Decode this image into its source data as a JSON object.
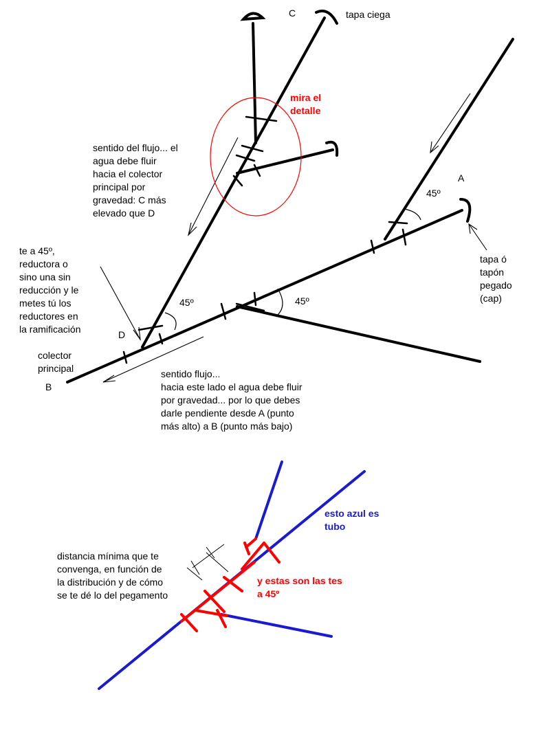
{
  "labels": {
    "c": "C",
    "tapa_ciega": "tapa ciega",
    "mira_detalle": "mira el\ndetalle",
    "sentido_flujo_1": "sentido del flujo... el\nagua debe fluir\nhacia el colector\nprincipal por\ngravedad: C más\nelevado que D",
    "a": "A",
    "angle_a": "45º",
    "tapa_tapon": "tapa ó\ntapón\npegado\n(cap)",
    "te_45": "te a 45º,\nreductora o\nsino una sin\nreducción y le\nmetes tú los\nreductores en\nla ramificación",
    "angle_d": "45º",
    "angle_mid": "45º",
    "d": "D",
    "colector": "colector\nprincipal",
    "b": "B",
    "sentido_flujo_2": "sentido flujo...\nhacia este lado el agua debe fluir\npor gravedad... por lo que debes\ndarle pendiente desde A (punto\nmás alto) a B (punto más bajo)",
    "esto_azul": "esto azul es\ntubo",
    "distancia": "distancia mínima que te\nconvenga, en función de\nla distribución y de cómo\nse te dé lo del pegamento",
    "estas_tes": "y estas son las tes\na 45º"
  },
  "colors": {
    "pipe": "#000000",
    "detail_circle": "#ff0000",
    "tube": "#1a1ad0",
    "tee": "#ff0000"
  }
}
